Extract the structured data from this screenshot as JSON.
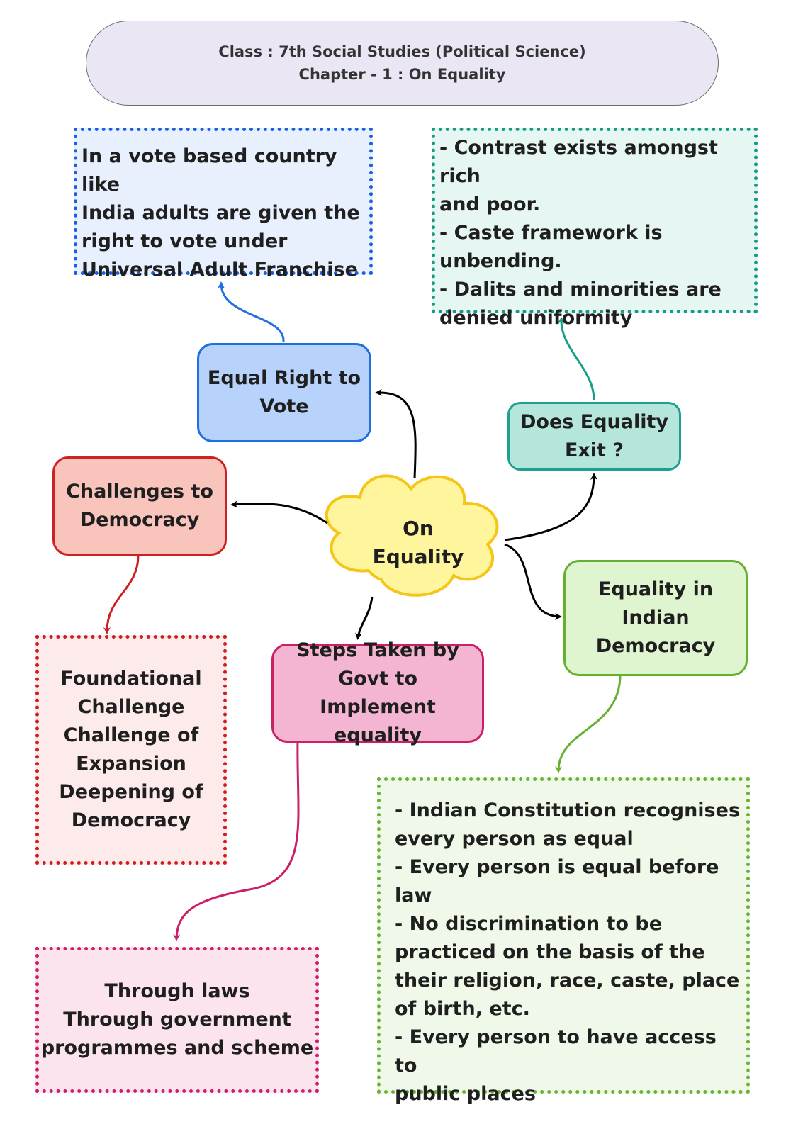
{
  "header": {
    "line1": "Class : 7th Social Studies (Political Science)",
    "line2": "Chapter - 1 : On Equality"
  },
  "center": {
    "line1": "On",
    "line2": "Equality"
  },
  "nodes": {
    "vote": {
      "lines": [
        "Equal Right to",
        "Vote"
      ]
    },
    "exist": {
      "lines": [
        "Does Equality",
        "Exit ?"
      ]
    },
    "challenges": {
      "lines": [
        "Challenges to",
        "Democracy"
      ]
    },
    "indian": {
      "lines": [
        "Equality in",
        "Indian",
        "Democracy"
      ]
    },
    "steps": {
      "lines": [
        "Steps Taken by",
        "Govt to Implement",
        "equality"
      ]
    }
  },
  "notes": {
    "vote": {
      "lines": [
        "In a vote based country like",
        "India adults are given the",
        "right to vote under",
        "Universal Adult Franchise"
      ]
    },
    "exist": {
      "lines": [
        "- Contrast exists amongst rich",
        "and poor.",
        "- Caste framework is",
        "unbending.",
        "- Dalits and minorities are",
        "denied uniformity"
      ]
    },
    "challenges": {
      "lines": [
        "Foundational",
        "Challenge",
        "Challenge of",
        "Expansion",
        "Deepening of",
        "Democracy"
      ]
    },
    "steps": {
      "lines": [
        "Through laws",
        "Through government",
        "programmes and scheme"
      ]
    },
    "indian": {
      "lines": [
        "- Indian Constitution recognises",
        "every person as equal",
        "- Every person is equal before",
        "law",
        "- No discrimination to be",
        "practiced on the basis of the",
        "their religion, race, caste, place",
        "of birth, etc.",
        "- Every person to have access to",
        "public places"
      ]
    }
  },
  "colors": {
    "vote": {
      "fill": "#b7d2fb",
      "border": "#1e6fe0",
      "note_fill": "#e8f0fe",
      "note_border": "#1a5fe0"
    },
    "exist": {
      "fill": "#b5e6dc",
      "border": "#1fa08c",
      "note_fill": "#e6f6f2",
      "note_border": "#169a82"
    },
    "challenges": {
      "fill": "#f8c4bc",
      "border": "#cc2222",
      "note_fill": "#fdeaea",
      "note_border": "#cc1f1f"
    },
    "indian": {
      "fill": "#dff5cf",
      "border": "#66b02f",
      "note_fill": "#eff8e9",
      "note_border": "#6ab232"
    },
    "steps": {
      "fill": "#f4b5d3",
      "border": "#cc1f6a",
      "note_fill": "#fbe4ee",
      "note_border": "#cc1f6a"
    },
    "center": {
      "fill": "#fff59d",
      "border": "#f5c518"
    },
    "header": {
      "fill": "#eae6f4",
      "border": "#6b6b6b"
    }
  }
}
